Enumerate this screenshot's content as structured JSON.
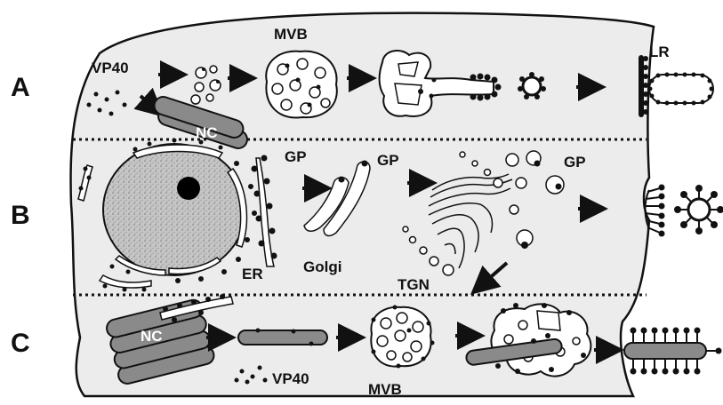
{
  "rows": {
    "a": "A",
    "b": "B",
    "c": "C"
  },
  "labels": {
    "vp40_a": "VP40",
    "mvb_a": "MVB",
    "nc_a": "NC",
    "lr": "LR",
    "gp_1": "GP",
    "gp_2": "GP",
    "gp_3": "GP",
    "er": "ER",
    "golgi": "Golgi",
    "tgn": "TGN",
    "nc_c": "NC",
    "vp40_c": "VP40",
    "mvb_c": "MVB"
  },
  "colors": {
    "cytoplasm": "#ececec",
    "outline": "#111111",
    "nucleocapsid": "#8a8a8a",
    "nucleus": "#c8c8c8"
  }
}
